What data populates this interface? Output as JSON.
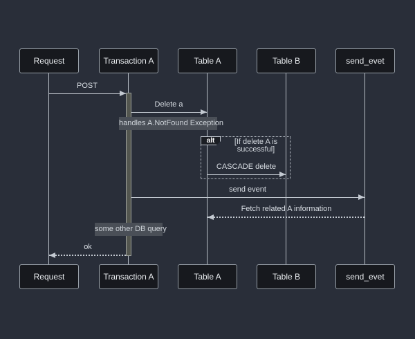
{
  "diagram": {
    "kind": "sequence-diagram",
    "theme": {
      "background": "#292e39",
      "actor_fill": "#17191e",
      "actor_border": "#98a0a8",
      "actor_text": "#e8ebee",
      "line_color": "#c3c9d1",
      "message_text": "#d8dde3",
      "note_fill": "#4a4f57",
      "note_text": "#cfd4da",
      "activation_fill": "#53564f",
      "activation_border": "#9b9f9b"
    },
    "participants": [
      {
        "label": "Request"
      },
      {
        "label": "Transaction A"
      },
      {
        "label": "Table A"
      },
      {
        "label": "Table B"
      },
      {
        "label": "send_evet"
      }
    ],
    "messages": [
      {
        "label": "POST",
        "from": "Request",
        "to": "Transaction A",
        "line": "solid",
        "direction": "right"
      },
      {
        "label": "Delete a",
        "from": "Transaction A",
        "to": "Table A",
        "line": "solid",
        "direction": "right"
      },
      {
        "label": "CASCADE delete",
        "from": "Table A",
        "to": "Table B",
        "line": "solid",
        "direction": "right"
      },
      {
        "label": "send event",
        "from": "Transaction A",
        "to": "send_evet",
        "line": "solid",
        "direction": "right"
      },
      {
        "label": "Fetch related A information",
        "from": "send_evet",
        "to": "Table A",
        "line": "dotted",
        "direction": "left"
      },
      {
        "label": "ok",
        "from": "Transaction A",
        "to": "Request",
        "line": "dotted",
        "direction": "left"
      }
    ],
    "notes": [
      {
        "label": "handles A.NotFound Exception",
        "over": "Transaction A, Table A"
      },
      {
        "label": "some other DB query",
        "over": "Transaction A"
      }
    ],
    "alt_block": {
      "operator": "alt",
      "condition": "[If delete A is successful]"
    }
  }
}
